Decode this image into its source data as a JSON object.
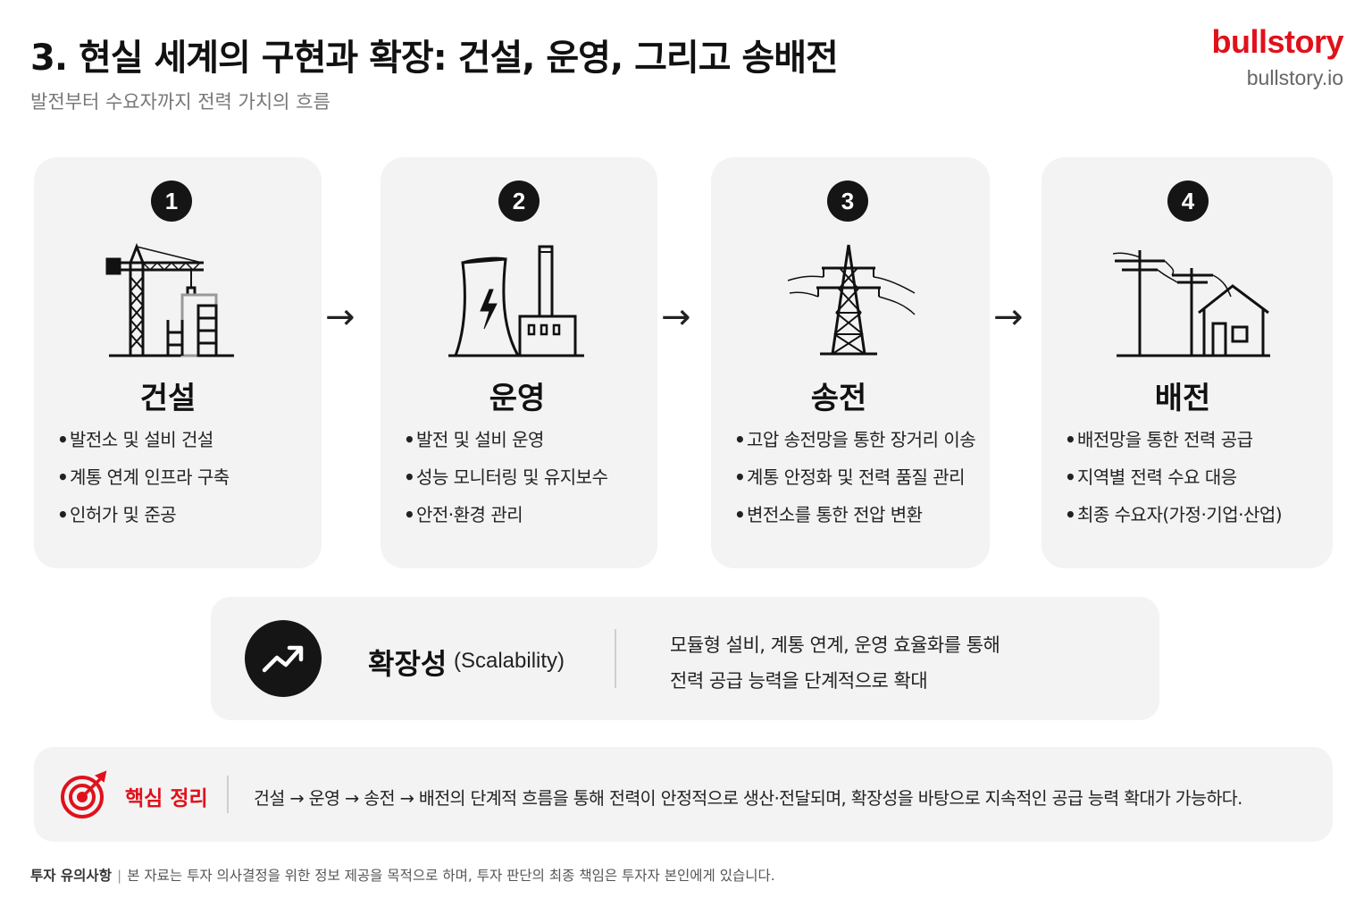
{
  "header": {
    "title": "3. 현실 세계의 구현과 확장: 건설, 운영, 그리고 송배전",
    "subtitle": "발전부터 수요자까지 전력 가치의 흐름",
    "brand": "bullstory",
    "brand_url": "bullstory.io"
  },
  "colors": {
    "brand": "#e0111b",
    "card_bg": "#f3f3f3",
    "badge": "#151515"
  },
  "steps": [
    {
      "number": "1",
      "title": "건설",
      "icon": "construction-crane-icon",
      "items": [
        "발전소 및 설비 건설",
        "계통 연계 인프라 구축",
        "인허가 및 준공"
      ]
    },
    {
      "number": "2",
      "title": "운영",
      "icon": "power-plant-icon",
      "items": [
        "발전 및 설비 운영",
        "성능 모니터링 및 유지보수",
        "안전·환경 관리"
      ]
    },
    {
      "number": "3",
      "title": "송전",
      "icon": "transmission-tower-icon",
      "items": [
        "고압 송전망을 통한 장거리 이송",
        "계통 안정화 및 전력 품질 관리",
        "변전소를 통한 전압 변환"
      ]
    },
    {
      "number": "4",
      "title": "배전",
      "icon": "utility-pole-house-icon",
      "items": [
        "배전망을 통한 전력 공급",
        "지역별 전력 수요 대응",
        "최종 수요자(가정·기업·산업)"
      ]
    }
  ],
  "arrow": "→",
  "bullet": "•",
  "scalability": {
    "icon": "trend-up-icon",
    "title": "확장성",
    "title_en": "(Scalability)",
    "desc_line1": "모듈형 설비, 계통 연계, 운영 효율화를 통해",
    "desc_line2": "전력 공급 능력을 단계적으로 확대"
  },
  "key_summary": {
    "icon": "target-icon",
    "title": "핵심 정리",
    "text": "건설 → 운영 → 송전 → 배전의 단계적 흐름을 통해 전력이 안정적으로 생산·전달되며, 확장성을 바탕으로 지속적인 공급 능력 확대가 가능하다."
  },
  "disclaimer": {
    "title": "투자 유의사항",
    "separator": "|",
    "text": "본 자료는 투자 의사결정을 위한 정보 제공을 목적으로 하며, 투자 판단의 최종 책임은 투자자 본인에게 있습니다."
  }
}
